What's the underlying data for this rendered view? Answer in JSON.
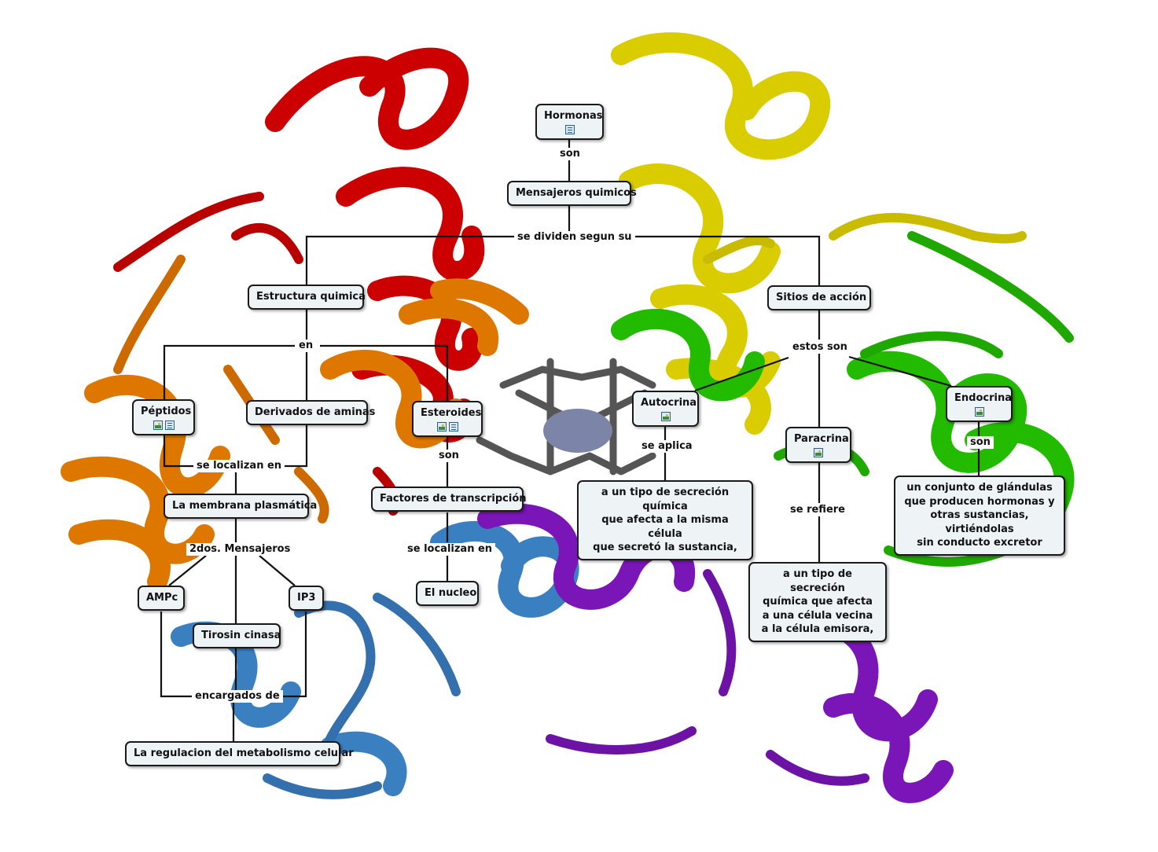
{
  "concepts": {
    "hormonas": "Hormonas",
    "mensajeros": "Mensajeros quimicos",
    "estructura": "Estructura quimica",
    "sitios": "Sitios de acción",
    "peptidos": "Péptidos",
    "derivados": "Derivados de aminas",
    "esteroides": "Esteroides",
    "autocrina": "Autocrina",
    "endocrina": "Endocrina",
    "paracrina": "Paracrina",
    "membrana": "La membrana plasmática",
    "factores": "Factores de transcripción",
    "ampc": "AMPc",
    "ip3": "IP3",
    "tirosin": "Tirosin cinasa",
    "nucleo": "El nucleo",
    "regulacion": "La regulacion del metabolismo celular",
    "autocrina_def": [
      "a un tipo de secreción química",
      "que afecta a la misma célula",
      "que secretó la sustancia,"
    ],
    "paracrina_def": [
      "a un tipo de secreción",
      "química que afecta",
      "a una célula vecina",
      "a la célula emisora,"
    ],
    "endocrina_def": [
      "un conjunto de glándulas",
      "que producen hormonas y",
      "otras sustancias, virtiéndolas",
      "sin conducto excretor"
    ]
  },
  "links": {
    "son_1": "son",
    "dividen": "se dividen segun su",
    "en": "en",
    "estos_son": "estos son",
    "se_localizan_1": "se localizan en",
    "son_2": "son",
    "se_aplica": "se aplica",
    "son_3": "son",
    "se_refiere": "se refiere",
    "segundos": "2dos. Mensajeros",
    "se_localizan_2": "se localizan en",
    "encargados": "encargados de"
  },
  "icons": {
    "hormonas": [
      "doc-icon"
    ],
    "peptidos": [
      "image-icon",
      "doc-icon"
    ],
    "esteroides": [
      "image-icon",
      "doc-icon"
    ],
    "autocrina": [
      "image-icon"
    ],
    "endocrina": [
      "image-icon"
    ],
    "paracrina": [
      "image-icon"
    ]
  },
  "colors": {
    "red": "#cc0000",
    "yellow": "#d9cc00",
    "green": "#22bb00",
    "orange": "#dd7700",
    "blue": "#3a7fc0",
    "purple": "#7a16b8",
    "metal": "#7c85a8"
  }
}
